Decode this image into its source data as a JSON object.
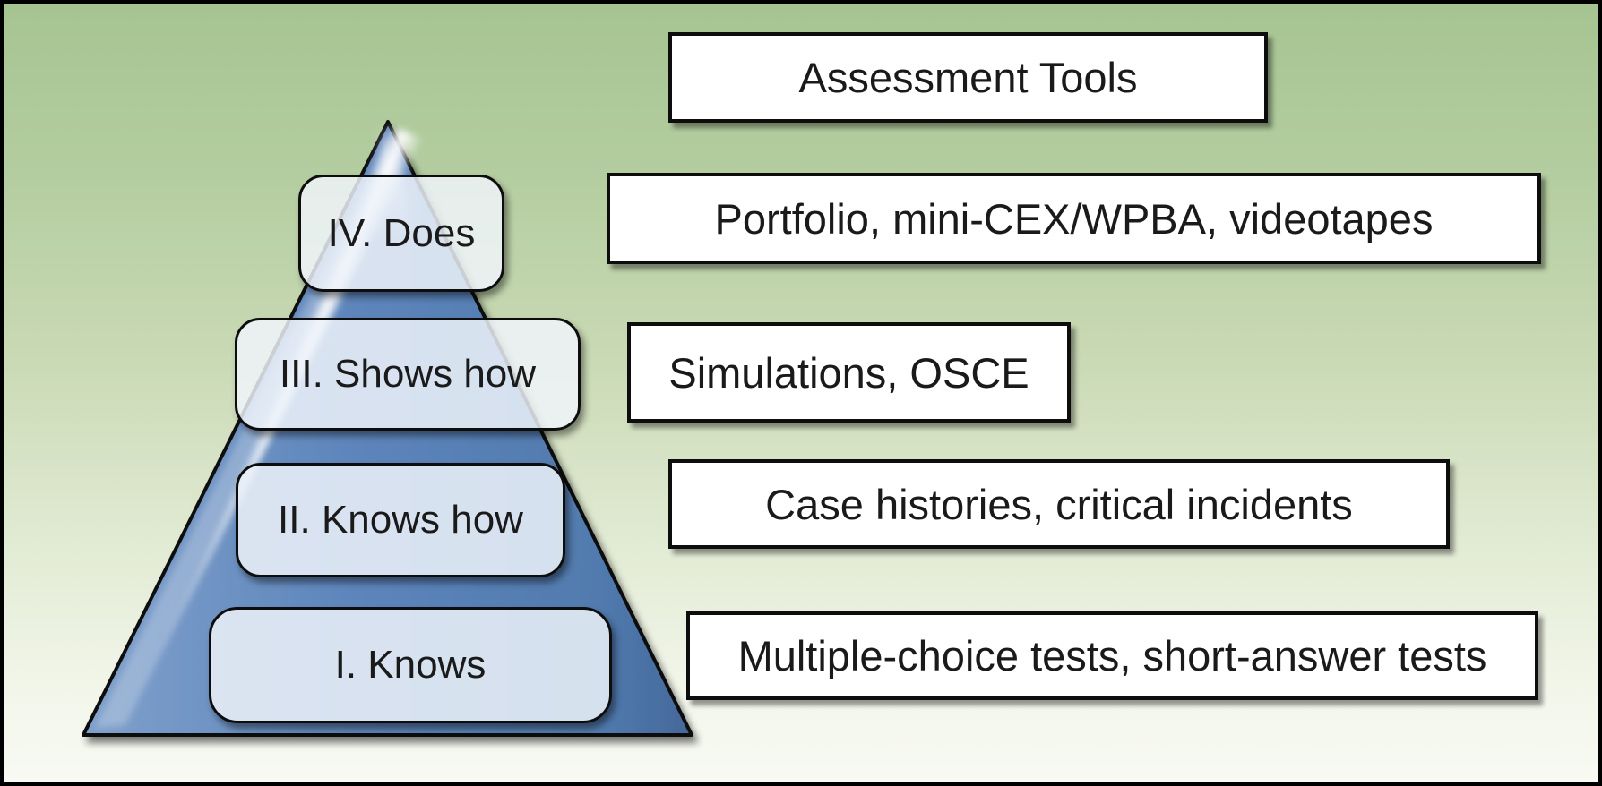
{
  "header": {
    "label": "Assessment Tools"
  },
  "pyramid": {
    "levels": [
      {
        "label": "IV. Does",
        "assessment_tools": "Portfolio, mini-CEX/WPBA, videotapes"
      },
      {
        "label": "III. Shows how",
        "assessment_tools": "Simulations, OSCE"
      },
      {
        "label": "II. Knows how",
        "assessment_tools": "Case histories, critical incidents"
      },
      {
        "label": "I. Knows",
        "assessment_tools": "Multiple-choice tests, short-answer tests"
      }
    ]
  },
  "colors": {
    "background_top": "#a6c492",
    "background_bottom": "#f8faf3",
    "pyramid_blue_light": "#7fa0cb",
    "pyramid_blue": "#5d85bb",
    "pyramid_blue_dark": "#44689a",
    "level_box_fill": "#f0f4fa",
    "tool_box_fill": "#ffffff",
    "outline": "#000000",
    "text": "#1a1a1a"
  }
}
